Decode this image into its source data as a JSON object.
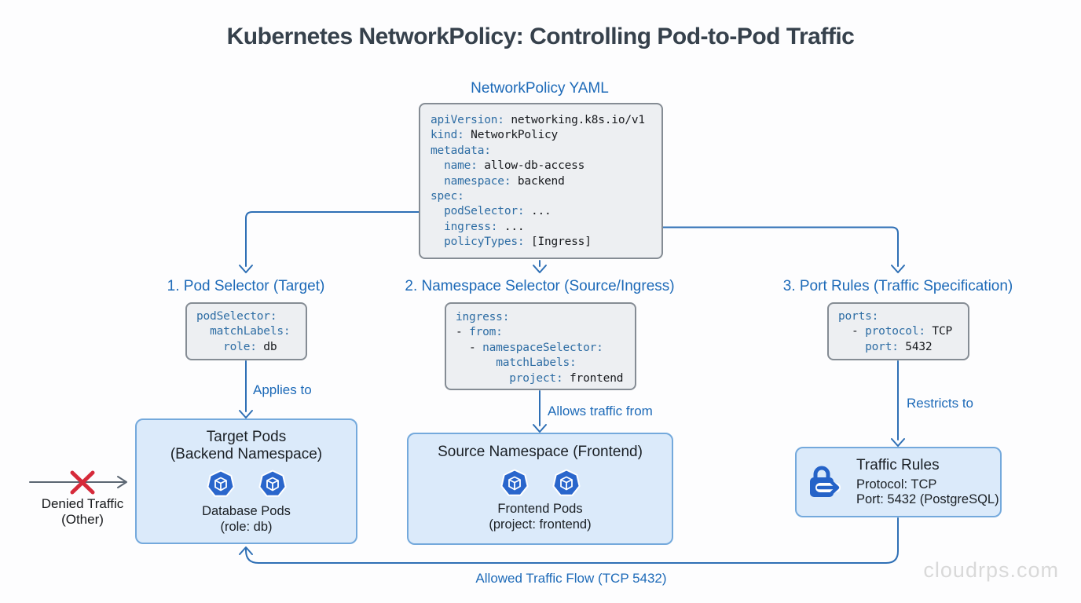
{
  "title": "Kubernetes NetworkPolicy: Controlling Pod-to-Pod Traffic",
  "colors": {
    "accent_blue": "#1d6ab8",
    "line_blue": "#2e6fb5",
    "code_key_blue": "#2e6da4",
    "code_text": "#17191d",
    "gray_box_bg": "#edeff2",
    "gray_box_border": "#858c94",
    "blue_box_bg": "#dbeafa",
    "blue_box_border": "#74a9dc",
    "pod_icon_blue": "#2a66cc",
    "denied_red": "#d62a3a",
    "denied_arrow_gray": "#5b6672",
    "watermark_gray": "#d9d9d9"
  },
  "yaml_panel": {
    "label": "NetworkPolicy YAML",
    "lines": [
      [
        [
          "k",
          "apiVersion:"
        ],
        [
          "v",
          " networking.k8s.io/v1"
        ]
      ],
      [
        [
          "k",
          "kind:"
        ],
        [
          "v",
          " NetworkPolicy"
        ]
      ],
      [
        [
          "k",
          "metadata:"
        ]
      ],
      [
        [
          "v",
          "  "
        ],
        [
          "k",
          "name:"
        ],
        [
          "v",
          " allow-db-access"
        ]
      ],
      [
        [
          "v",
          "  "
        ],
        [
          "k",
          "namespace:"
        ],
        [
          "v",
          " backend"
        ]
      ],
      [
        [
          "k",
          "spec:"
        ]
      ],
      [
        [
          "v",
          "  "
        ],
        [
          "k",
          "podSelector:"
        ],
        [
          "v",
          " ..."
        ]
      ],
      [
        [
          "v",
          "  "
        ],
        [
          "k",
          "ingress:"
        ],
        [
          "v",
          " ..."
        ]
      ],
      [
        [
          "v",
          "  "
        ],
        [
          "k",
          "policyTypes:"
        ],
        [
          "v",
          " [Ingress]"
        ]
      ]
    ]
  },
  "sections": [
    {
      "heading": "1. Pod Selector (Target)",
      "arrow_label": "Applies to",
      "code": [
        [
          [
            "k",
            "podSelector:"
          ]
        ],
        [
          [
            "v",
            "  "
          ],
          [
            "k",
            "matchLabels:"
          ]
        ],
        [
          [
            "v",
            "    "
          ],
          [
            "k",
            "role:"
          ],
          [
            "v",
            " db"
          ]
        ]
      ]
    },
    {
      "heading": "2. Namespace Selector (Source/Ingress)",
      "arrow_label": "Allows traffic from",
      "code": [
        [
          [
            "k",
            "ingress:"
          ]
        ],
        [
          [
            "v",
            "- "
          ],
          [
            "k",
            "from:"
          ]
        ],
        [
          [
            "v",
            "  - "
          ],
          [
            "k",
            "namespaceSelector:"
          ]
        ],
        [
          [
            "v",
            "      "
          ],
          [
            "k",
            "matchLabels:"
          ]
        ],
        [
          [
            "v",
            "        "
          ],
          [
            "k",
            "project:"
          ],
          [
            "v",
            " frontend"
          ]
        ]
      ]
    },
    {
      "heading": "3. Port Rules (Traffic Specification)",
      "arrow_label": "Restricts to",
      "code": [
        [
          [
            "k",
            "ports:"
          ]
        ],
        [
          [
            "v",
            "  - "
          ],
          [
            "k",
            "protocol:"
          ],
          [
            "v",
            " TCP"
          ]
        ],
        [
          [
            "v",
            "    "
          ],
          [
            "k",
            "port:"
          ],
          [
            "v",
            " 5432"
          ]
        ]
      ]
    }
  ],
  "target_pods_box": {
    "title_line1": "Target Pods",
    "title_line2": "(Backend Namespace)",
    "caption_line1": "Database Pods",
    "caption_line2": "(role: db)"
  },
  "source_namespace_box": {
    "title": "Source Namespace (Frontend)",
    "caption_line1": "Frontend Pods",
    "caption_line2": "(project: frontend)"
  },
  "traffic_rules_box": {
    "title": "Traffic Rules",
    "line1": "Protocol: TCP",
    "line2": "Port: 5432 (PostgreSQL)"
  },
  "denied_traffic": {
    "line1": "Denied Traffic",
    "line2": "(Other)"
  },
  "allowed_flow_label": "Allowed Traffic Flow (TCP 5432)",
  "watermark": "cloudrps.com"
}
